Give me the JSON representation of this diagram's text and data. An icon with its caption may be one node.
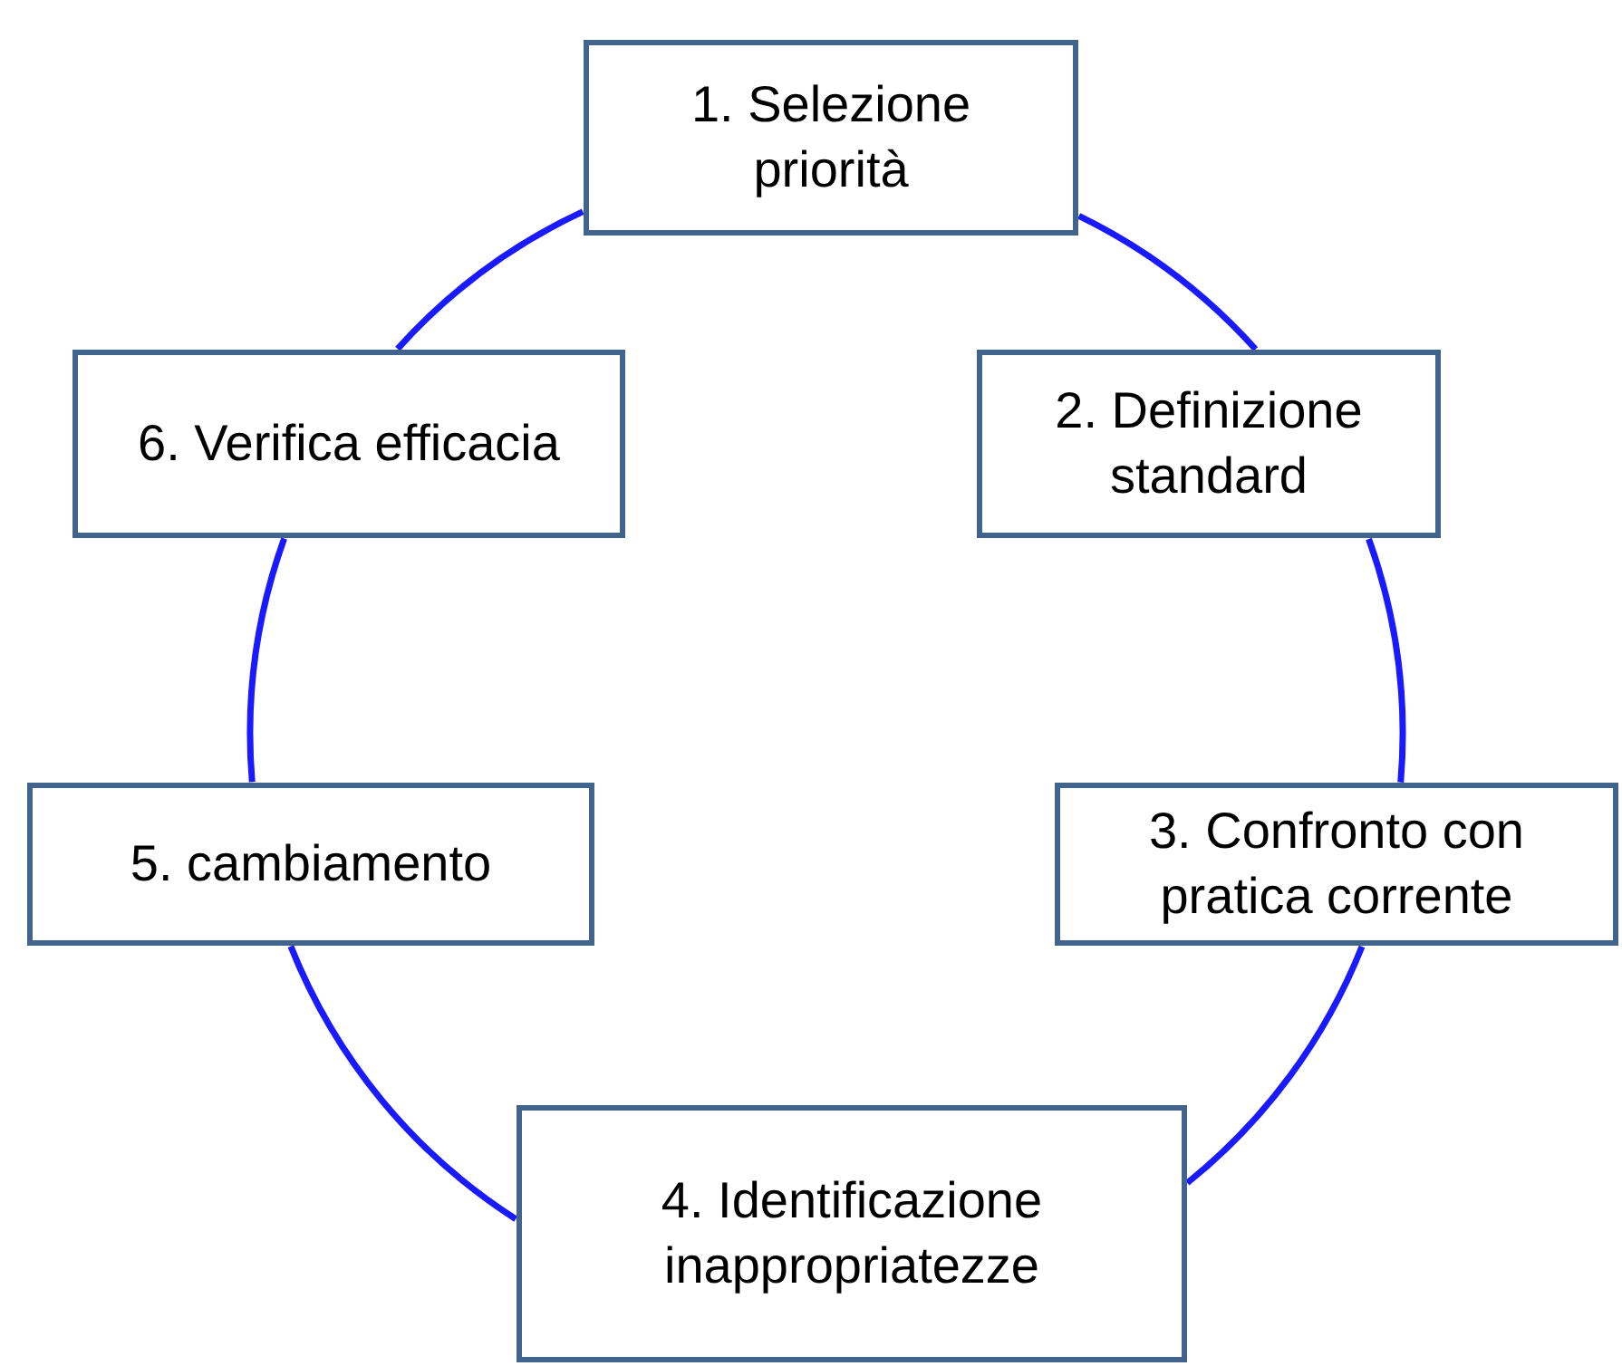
{
  "diagram": {
    "nodes": [
      {
        "text": [
          "1. Selezione priorità"
        ]
      },
      {
        "text": [
          "2. Definizione standard"
        ]
      },
      {
        "text": [
          "3. Confronto con pratica corrente"
        ]
      },
      {
        "text": [
          "4. Identificazione inappropriatezze"
        ]
      },
      {
        "text": [
          "5. cambiamento"
        ]
      },
      {
        "text": [
          "6. Verifica efficacia"
        ]
      }
    ],
    "edges": [
      {
        "from": 0,
        "to": 1,
        "arrow": "none"
      },
      {
        "from": 1,
        "to": 2,
        "arrow": "none"
      },
      {
        "from": 2,
        "to": 3,
        "arrow": "none"
      },
      {
        "from": 3,
        "to": 4,
        "arrow": "none"
      },
      {
        "from": 4,
        "to": 5,
        "arrow": "none"
      },
      {
        "from": 5,
        "to": 0,
        "arrow": "none"
      }
    ]
  }
}
